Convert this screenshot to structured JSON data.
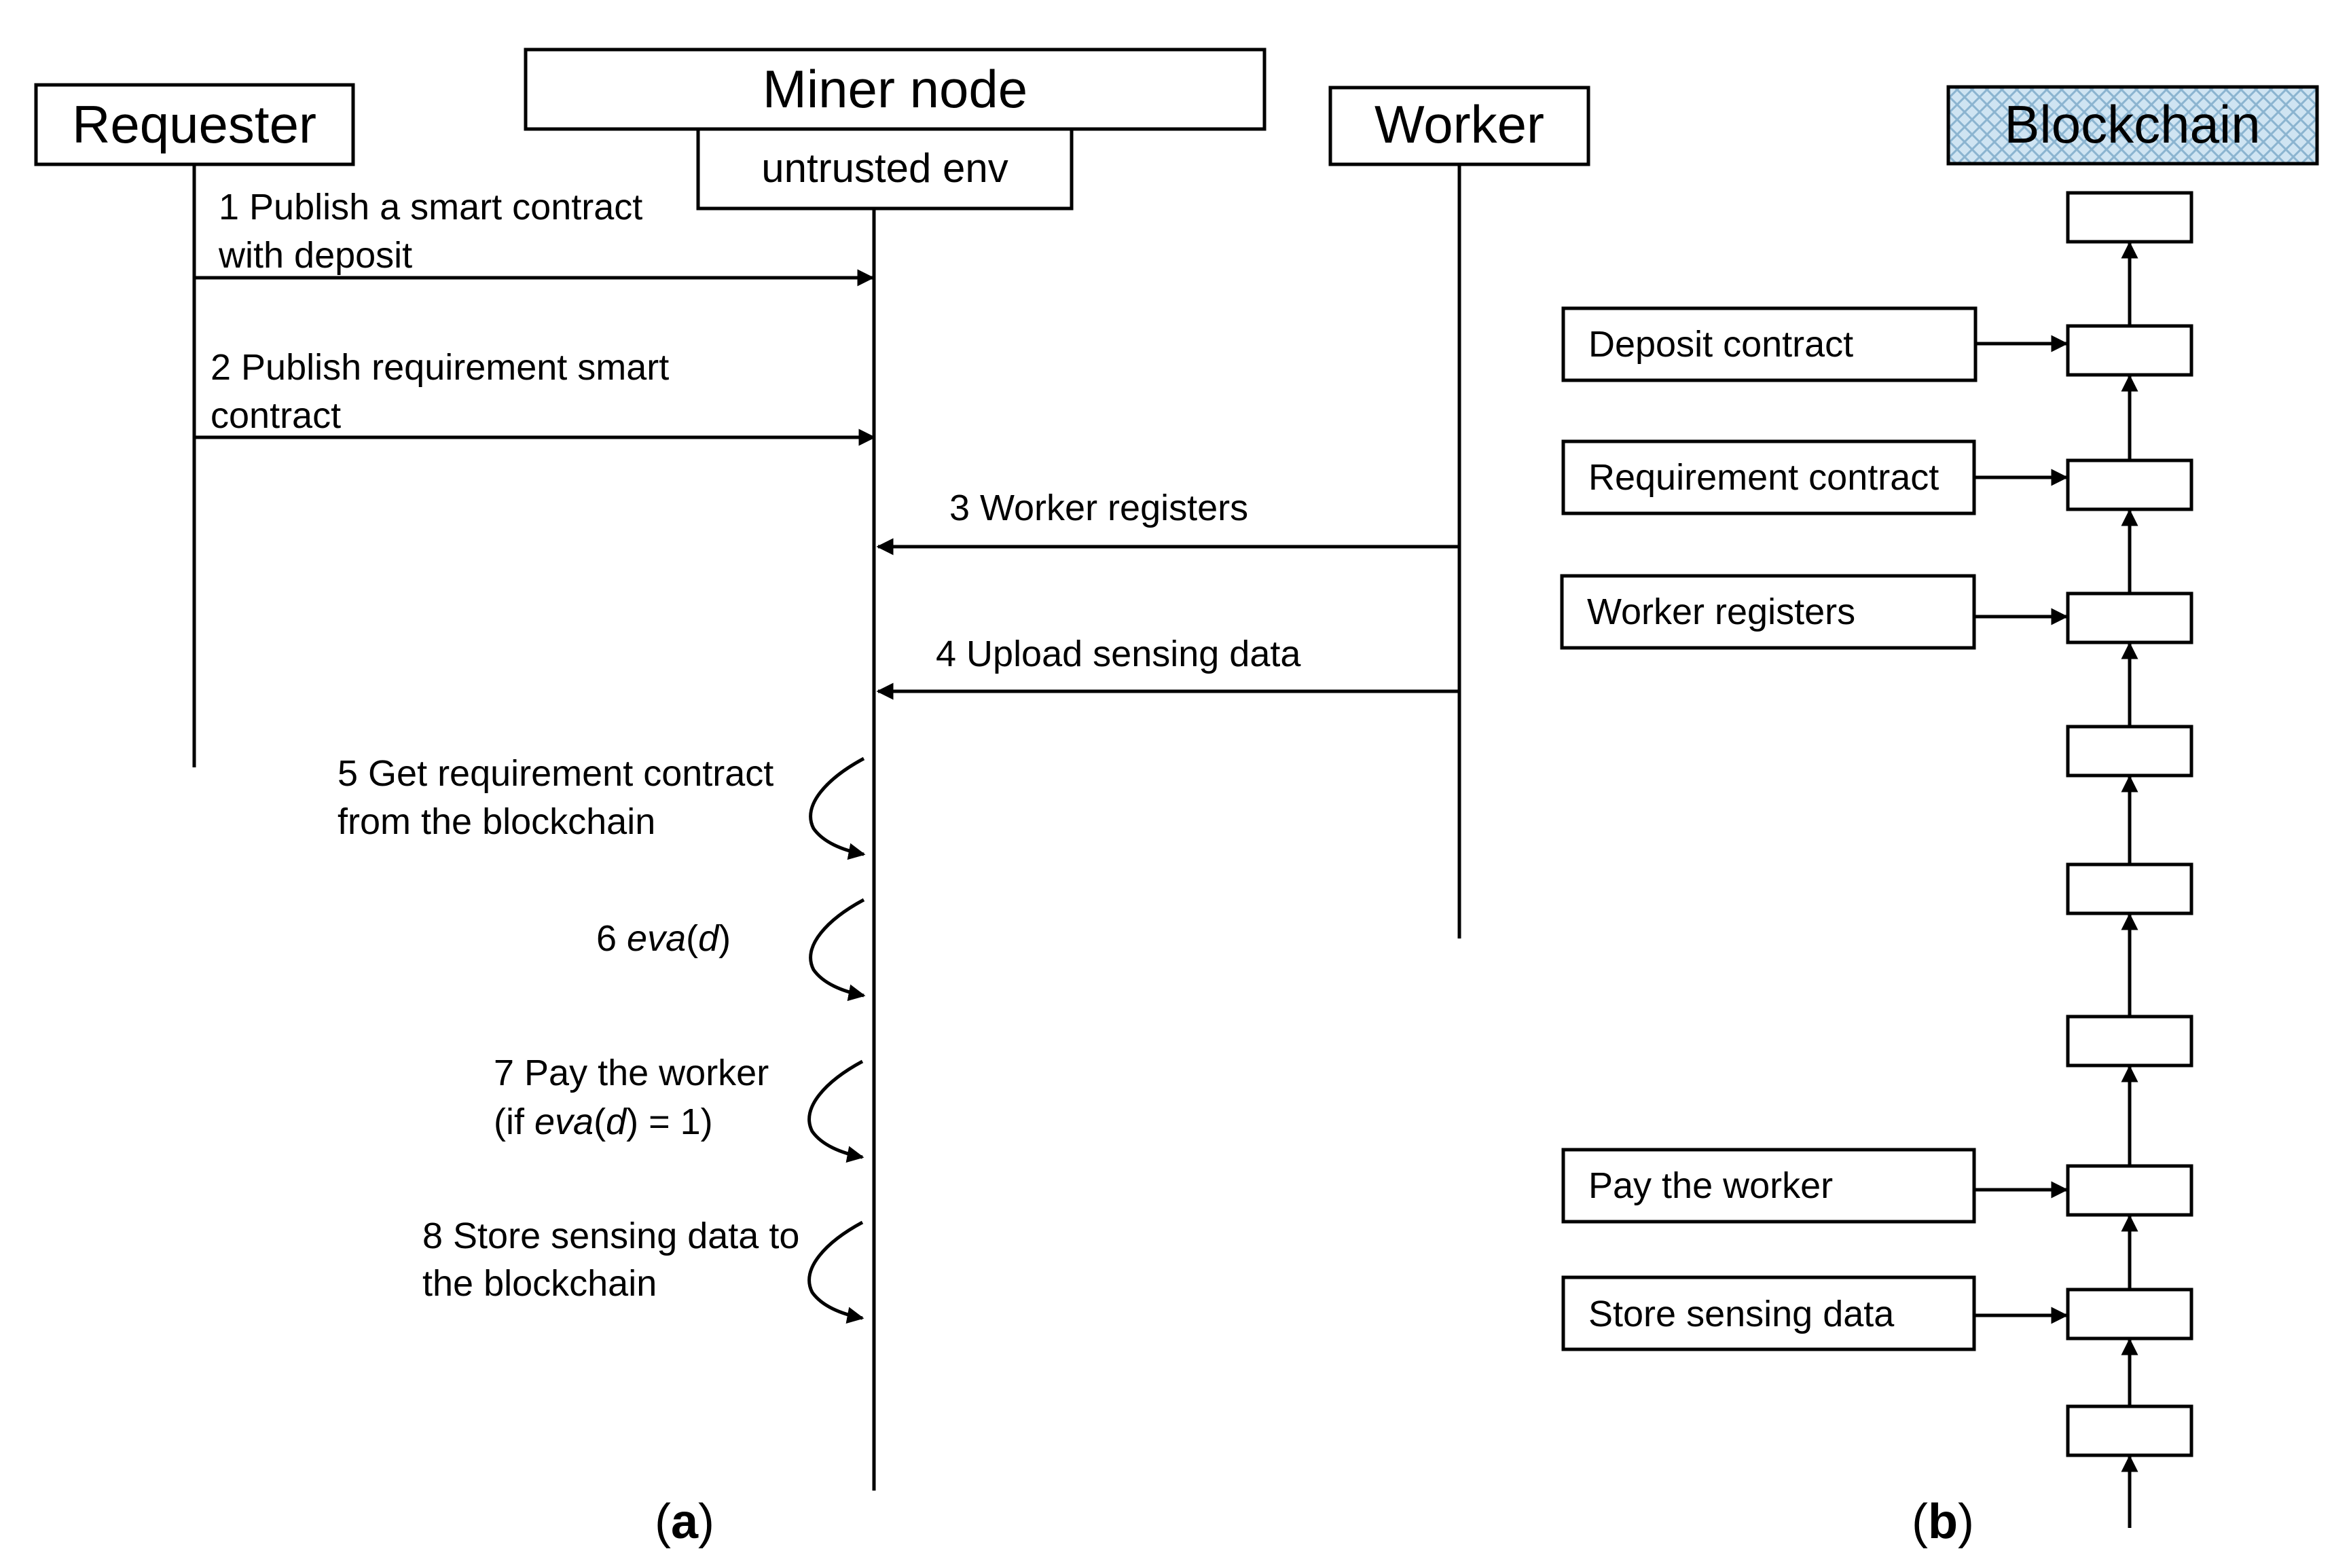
{
  "actors": {
    "requester": "Requester",
    "miner": "Miner node",
    "miner_env": "untrusted env",
    "worker": "Worker",
    "blockchain": "Blockchain"
  },
  "messages": {
    "m1_line1": "1 Publish a smart contract",
    "m1_line2": "with deposit",
    "m2_line1": "2 Publish requirement smart",
    "m2_line2": "contract",
    "m3": "3 Worker registers",
    "m4": "4 Upload sensing data"
  },
  "self_steps": {
    "s5_line1": "5 Get requirement contract",
    "s5_line2": "from the blockchain",
    "s6_prefix": "6 ",
    "s6_func": "eva",
    "s6_arg": "d",
    "s7_line1": "7 Pay the worker",
    "s7_open": "(if ",
    "s7_func": "eva",
    "s7_arg": "d",
    "s7_close": ") = 1)",
    "s8_line1": "8 Store sensing data to",
    "s8_line2": "the blockchain"
  },
  "chain_labels": {
    "deposit": "Deposit contract",
    "requirement": "Requirement contract",
    "worker": "Worker registers",
    "pay": "Pay the worker",
    "store": "Store sensing data"
  },
  "captions": {
    "a": "a",
    "b": "b"
  },
  "colors": {
    "blockchain_fill": "#cfe4f2",
    "blockchain_hatch": "#8bb4d0"
  }
}
